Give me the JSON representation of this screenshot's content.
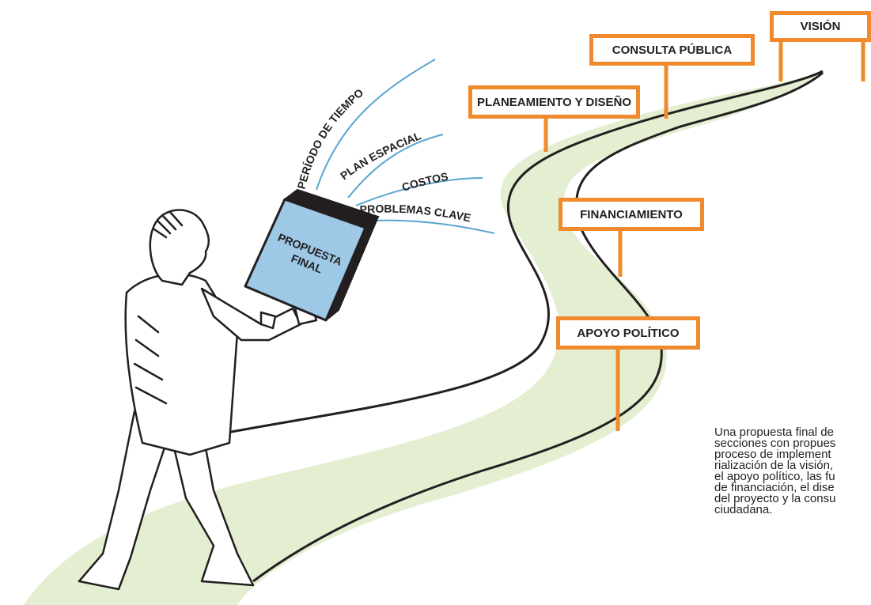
{
  "milestones": {
    "vision": "VISIÓN",
    "public_consultation": "CONSULTA PÚBLICA",
    "planning_design": "PLANEAMIENTO Y DISEÑO",
    "financing": "FINANCIAMIENTO",
    "political_support": "APOYO POLÍTICO"
  },
  "book": {
    "line1": "PROPUESTA",
    "line2": "FINAL"
  },
  "rays": {
    "time_period": "PERÍODO DE TIEMPO",
    "spatial_plan": "PLAN ESPACIAL",
    "costs": "COSTOS",
    "key_problems": "PROBLEMAS CLAVE"
  },
  "caption": "Una propuesta final de\nsecciones con propues\nproceso de implement\nrialización de la visión,\nel apoyo político, las fu\nde financiación, el dise\ndel proyecto y la consu\nciudadana.",
  "colors": {
    "sign_border": "#f08a2c",
    "road_fill": "#e3efd0",
    "ray_line": "#5aa6cf",
    "book_fill": "#9dc8e6"
  }
}
